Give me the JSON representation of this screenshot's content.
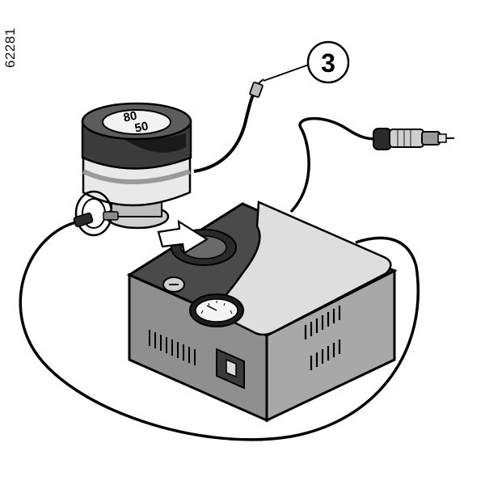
{
  "figure": {
    "id": "62281"
  },
  "callouts": [
    {
      "label": "3"
    }
  ],
  "sealant_bottle": {
    "cap_marking_top": "80",
    "cap_marking_bottom": "50"
  }
}
